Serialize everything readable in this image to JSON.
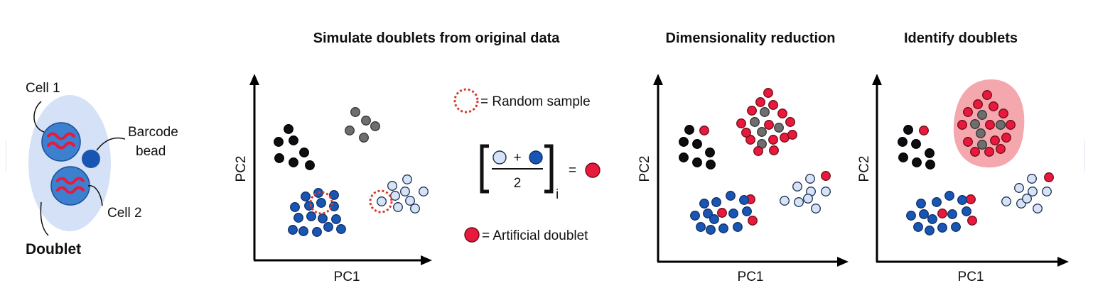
{
  "doublet_panel": {
    "cell1": "Cell 1",
    "cell2": "Cell 2",
    "barcode_line1": "Barcode",
    "barcode_line2": "bead",
    "doublet": "Doublet"
  },
  "simulate_panel": {
    "title": "Simulate doublets from original data",
    "xlabel": "PC1",
    "ylabel": "PC2"
  },
  "legend": {
    "random_sample": "= Random sample",
    "plus": "+",
    "two": "2",
    "subscript": "i",
    "equals": "=",
    "artificial_doublet": "= Artificial doublet"
  },
  "reduction_panel": {
    "title": "Dimensionality reduction",
    "xlabel": "PC1",
    "ylabel": "PC2"
  },
  "identify_panel": {
    "title": "Identify doublets",
    "xlabel": "PC1",
    "ylabel": "PC2"
  },
  "colors": {
    "black_cluster": "#0d0d12",
    "gray_cluster": "#6e6e6e",
    "blue_cluster": "#1956b4",
    "light_cluster": "#d6e3f7",
    "doublet_red": "#e8193c",
    "cell_fill": "#3c80cf",
    "doublet_halo": "#d5e1f6",
    "random_ring": "#d83a2b",
    "highlight_blob": "#f2999f"
  },
  "icons": [
    "cell-icon",
    "barcode-bead-icon",
    "random-sample-ring-icon",
    "artificial-doublet-icon"
  ]
}
